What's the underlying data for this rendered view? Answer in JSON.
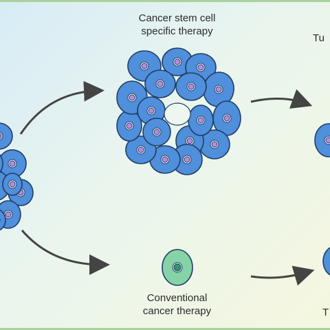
{
  "labels": {
    "top_therapy_line1": "Cancer stem cell",
    "top_therapy_line2": "specific therapy",
    "top_right_fragment": "Tu",
    "bottom_therapy_line1": "Conventional",
    "bottom_therapy_line2": "cancer therapy",
    "bottom_right_fragment": "T"
  },
  "colors": {
    "cell_fill": "#4f8fdb",
    "cell_stroke": "#1f3e66",
    "nucleus_fill": "#b98be0",
    "stem_cell_fill": "#86d3a7",
    "stem_nucleus_fill": "#2f9a64",
    "arrow": "#444444"
  }
}
